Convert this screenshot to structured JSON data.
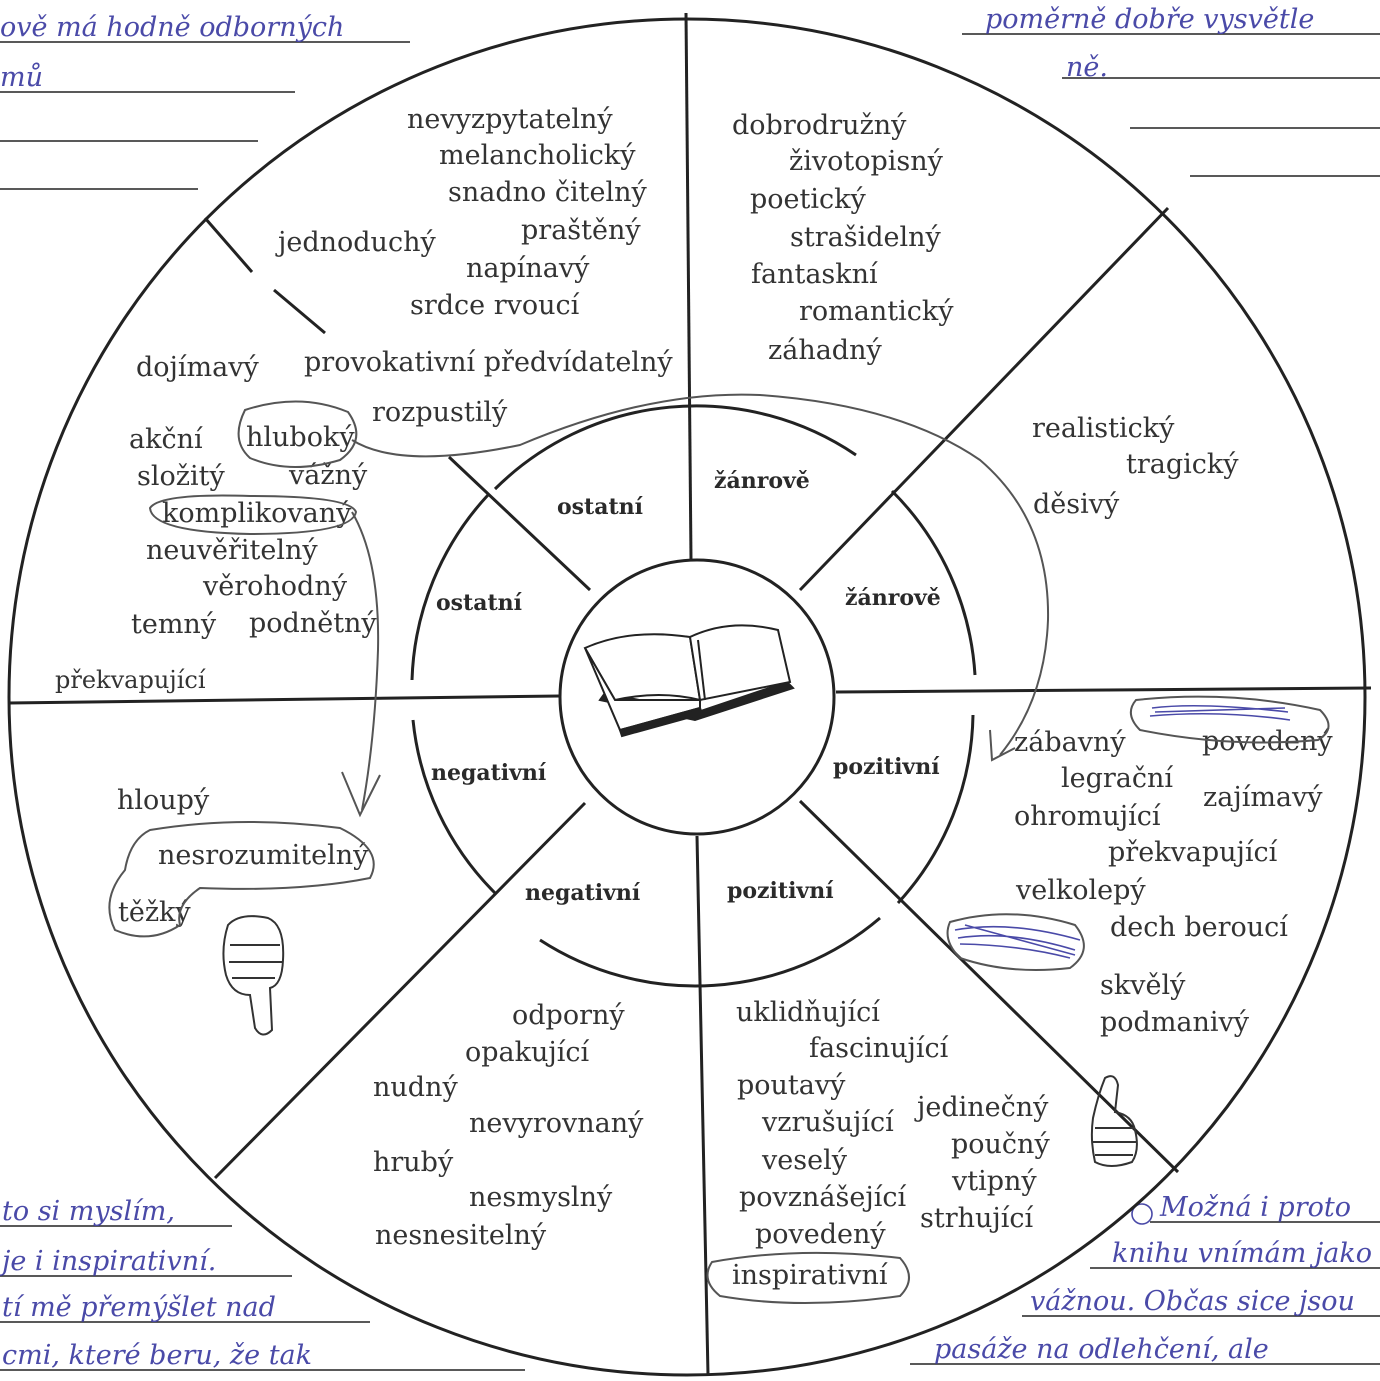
{
  "handwritten": {
    "top_left": [
      "ově má hodně odborných",
      "mů"
    ],
    "top_right": [
      "poměrně dobře vysvětle",
      "ně."
    ],
    "bottom_left": [
      "to si myslím,",
      "je i inspirativní.",
      "tí mě přemýšlet nad",
      "cmi, které beru, že tak"
    ],
    "bottom_right": [
      "Možná i proto",
      "knihu vnímám jako",
      "vážnou. Občas sice jsou",
      "pasáže na odlehčení, ale"
    ]
  },
  "labels": {
    "outer_ostatni": "ostatní",
    "outer_zanrove": "žánrově",
    "inner_ostatni": "ostatní",
    "inner_zanrove": "žánrově",
    "inner_negativni": "negativní",
    "inner_pozitivni": "pozitivní",
    "outer_negativni": "negativní",
    "outer_pozitivni": "pozitivní"
  },
  "words": {
    "top_left": [
      "nevyzpytatelný",
      "melancholický",
      "snadno čitelný",
      "praštěný",
      "jednoduchý",
      "napínavý",
      "srdce rvoucí",
      "provokativní předvídatelný"
    ],
    "top_right": [
      "dobrodružný",
      "životopisný",
      "poetický",
      "strašidelný",
      "fantaskní",
      "romantický",
      "záhadný"
    ],
    "left_upper": [
      "dojímavý",
      "rozpustilý",
      "akční",
      "hluboký",
      "složitý",
      "vážný",
      "komplikovaný",
      "neuvěřitelný",
      "věrohodný",
      "temný",
      "podnětný",
      "překvapující"
    ],
    "right_upper": [
      "realistický",
      "tragický",
      "děsivý"
    ],
    "left_lower": [
      "hloupý",
      "nesrozumitelný",
      "těžký"
    ],
    "right_lower": [
      "zábavný",
      "povedený",
      "legrační",
      "zajímavý",
      "ohromující",
      "překvapující",
      "velkolepý",
      "dech beroucí",
      "skvělý",
      "podmanivý"
    ],
    "bottom_left": [
      "odporný",
      "opakující",
      "nudný",
      "nevyrovnaný",
      "hrubý",
      "nesmyslný",
      "nesnesitelný"
    ],
    "bottom_right": [
      "uklidňující",
      "fascinující",
      "poutavý",
      "jedinečný",
      "vzrušující",
      "poučný",
      "veselý",
      "vtipný",
      "povznášející",
      "strhující",
      "povedený",
      "inspirativní"
    ]
  },
  "icons": [
    "book-icon",
    "thumbs-down-icon",
    "thumbs-up-icon"
  ]
}
